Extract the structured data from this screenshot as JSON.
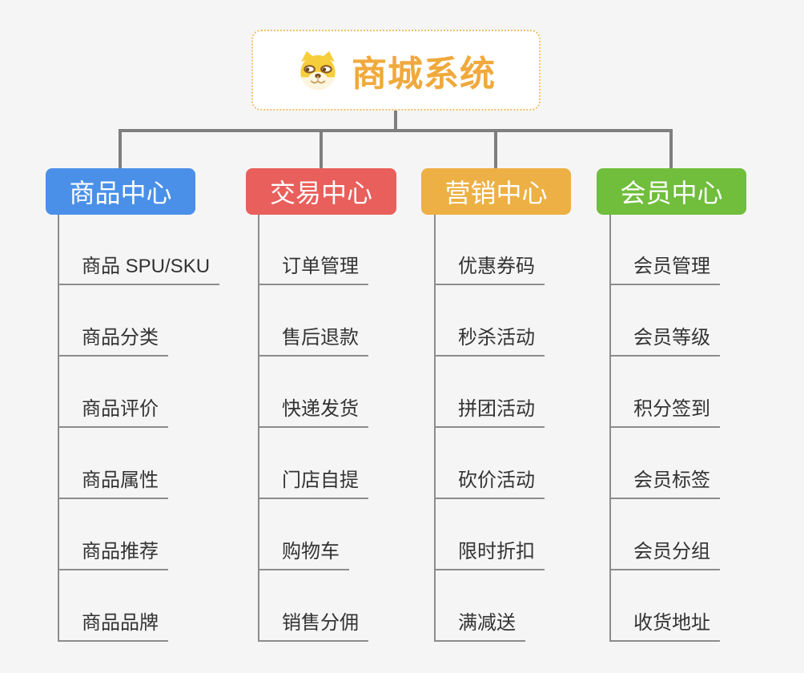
{
  "root": {
    "title": "商城系统",
    "icon": "dog-face-icon"
  },
  "branches": [
    {
      "label": "商品中心",
      "color": "#4a90e8",
      "items": [
        "商品 SPU/SKU",
        "商品分类",
        "商品评价",
        "商品属性",
        "商品推荐",
        "商品品牌"
      ]
    },
    {
      "label": "交易中心",
      "color": "#e95f5b",
      "items": [
        "订单管理",
        "售后退款",
        "快递发货",
        "门店自提",
        "购物车",
        "销售分佣"
      ]
    },
    {
      "label": "营销中心",
      "color": "#edb044",
      "items": [
        "优惠券码",
        "秒杀活动",
        "拼团活动",
        "砍价活动",
        "限时折扣",
        "满减送"
      ]
    },
    {
      "label": "会员中心",
      "color": "#70be3c",
      "items": [
        "会员管理",
        "会员等级",
        "积分签到",
        "会员标签",
        "会员分组",
        "收货地址"
      ]
    }
  ],
  "colors": {
    "background": "#f5f5f5",
    "connector": "#7f7f7f",
    "leaf_line": "#8c8c8c",
    "root_text": "#f0a93c",
    "root_border": "#f0be6a",
    "branch_text": "#ffffff",
    "leaf_text": "#333333"
  }
}
